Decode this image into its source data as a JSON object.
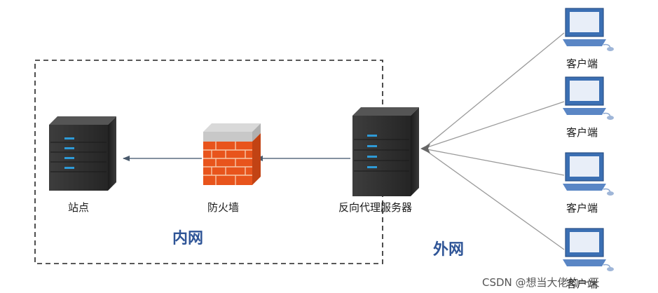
{
  "nodes": {
    "site": "站点",
    "firewall": "防火墙",
    "proxy": "反向代理服务器",
    "client": "客户端"
  },
  "zones": {
    "intranet": "内网",
    "extranet": "外网"
  },
  "watermark": "CSDN @想当大佬的一天",
  "clients": [
    {
      "label": "客户端"
    },
    {
      "label": "客户端"
    },
    {
      "label": "客户端"
    },
    {
      "label": "客户端"
    }
  ],
  "colors": {
    "server_body": "#2b2b2b",
    "server_light": "#2e9ad6",
    "brick": "#e8541c",
    "zone_text": "#2f5597",
    "monitor": "#3b6fb3",
    "arrow": "#5b6d80"
  }
}
